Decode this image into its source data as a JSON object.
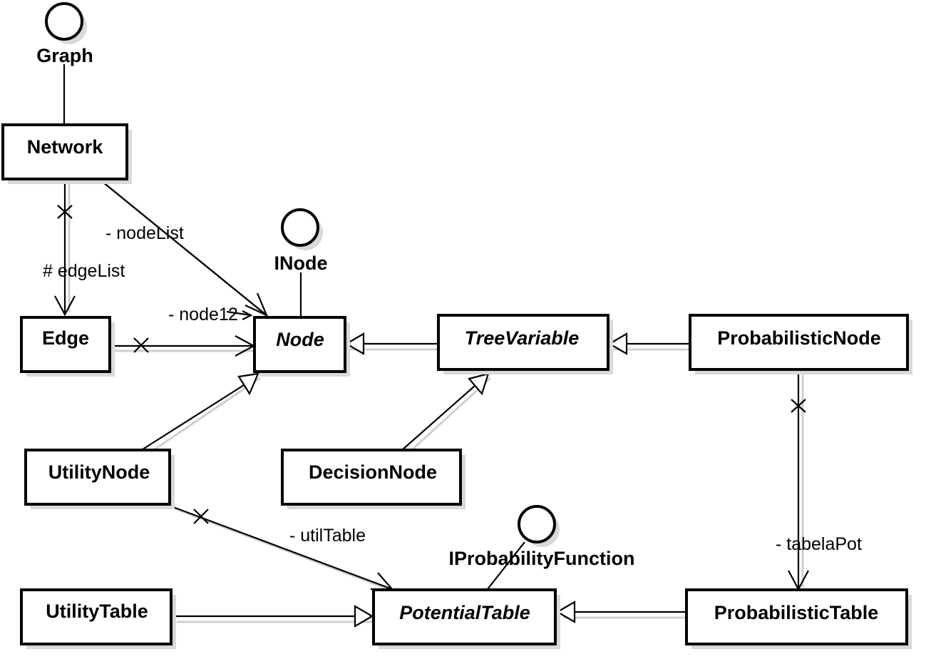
{
  "interfaces": {
    "graph": "Graph",
    "inode": "INode",
    "iprob": "IProbabilityFunction"
  },
  "classes": {
    "network": "Network",
    "edge": "Edge",
    "node": "Node",
    "tree_variable": "TreeVariable",
    "probabilistic_node": "ProbabilisticNode",
    "utility_node": "UtilityNode",
    "decision_node": "DecisionNode",
    "utility_table": "UtilityTable",
    "potential_table": "PotentialTable",
    "probabilistic_table": "ProbabilisticTable"
  },
  "roles": {
    "node_list": "- nodeList",
    "edge_list": "# edgeList",
    "node1": "- node1",
    "node2": "2",
    "util_table": "- utilTable",
    "tabela_pot": "- tabelaPot"
  }
}
